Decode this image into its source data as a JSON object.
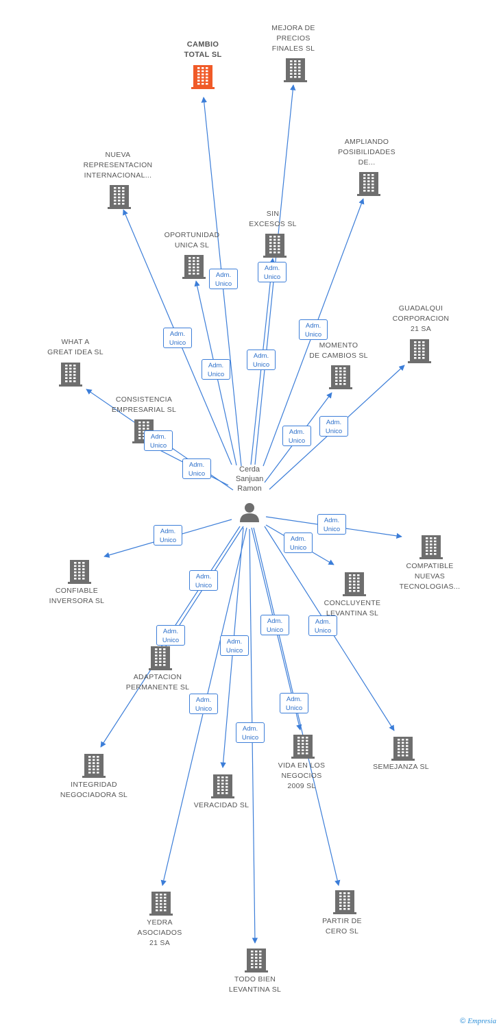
{
  "colors": {
    "edge": "#3b7dd8",
    "building": "#6e6e6e",
    "building_highlight": "#f05a28",
    "person": "#6e6e6e"
  },
  "center": {
    "icon": "person-icon",
    "lines": [
      "Cerda",
      "Sanjuan",
      "Ramon"
    ]
  },
  "edge_label": [
    "Adm.",
    "Unico"
  ],
  "companies": [
    {
      "lines": [
        "CAMBIO",
        "TOTAL SL"
      ],
      "highlight": true
    },
    {
      "lines": [
        "MEJORA DE",
        "PRECIOS",
        "FINALES SL"
      ]
    },
    {
      "lines": [
        "AMPLIANDO",
        "POSIBILIDADES",
        "DE..."
      ]
    },
    {
      "lines": [
        "NUEVA",
        "REPRESENTACION",
        "INTERNACIONAL..."
      ]
    },
    {
      "lines": [
        "SIN",
        "EXCESOS SL"
      ]
    },
    {
      "lines": [
        "OPORTUNIDAD",
        "UNICA SL"
      ]
    },
    {
      "lines": [
        "GUADALQUI",
        "CORPORACION",
        "21 SA"
      ]
    },
    {
      "lines": [
        "WHAT A",
        "GREAT IDEA SL"
      ]
    },
    {
      "lines": [
        "MOMENTO",
        "DE CAMBIOS SL"
      ]
    },
    {
      "lines": [
        "CONSISTENCIA",
        "EMPRESARIAL SL"
      ]
    },
    {
      "lines": [
        "CONFIABLE",
        "INVERSORA SL"
      ]
    },
    {
      "lines": [
        "COMPATIBLE",
        "NUEVAS",
        "TECNOLOGIAS..."
      ]
    },
    {
      "lines": [
        "CONCLUYENTE",
        "LEVANTINA SL"
      ]
    },
    {
      "lines": [
        "ADAPTACION",
        "PERMANENTE SL"
      ]
    },
    {
      "lines": [
        "INTEGRIDAD",
        "NEGOCIADORA SL"
      ]
    },
    {
      "lines": [
        "VERACIDAD SL"
      ]
    },
    {
      "lines": [
        "VIDA EN LOS",
        "NEGOCIOS",
        "2009 SL"
      ]
    },
    {
      "lines": [
        "SEMEJANZA SL"
      ]
    },
    {
      "lines": [
        "YEDRA",
        "ASOCIADOS",
        "21 SA"
      ]
    },
    {
      "lines": [
        "PARTIR DE",
        "CERO SL"
      ]
    },
    {
      "lines": [
        "TODO BIEN",
        "LEVANTINA SL"
      ]
    }
  ],
  "footer": {
    "copyright": "©",
    "brand": "Empresia"
  }
}
